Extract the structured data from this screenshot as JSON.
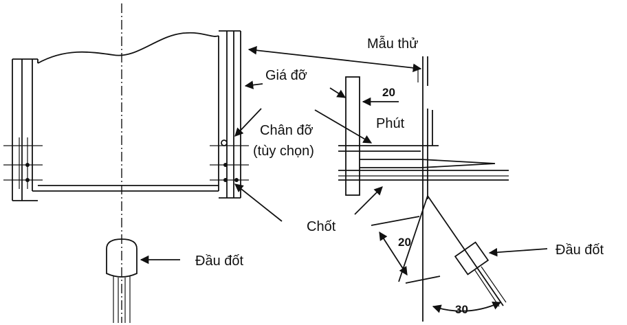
{
  "labels": {
    "specimen": "Mẫu thử",
    "holder": "Giá đỡ",
    "support_foot": "Chân đỡ",
    "optional": "(tùy chọn)",
    "minute": "Phút",
    "pin": "Chốt",
    "burner_left": "Đầu đốt",
    "burner_right": "Đầu đốt"
  },
  "dimensions": {
    "top": "20",
    "angled": "20",
    "angle": "30"
  }
}
